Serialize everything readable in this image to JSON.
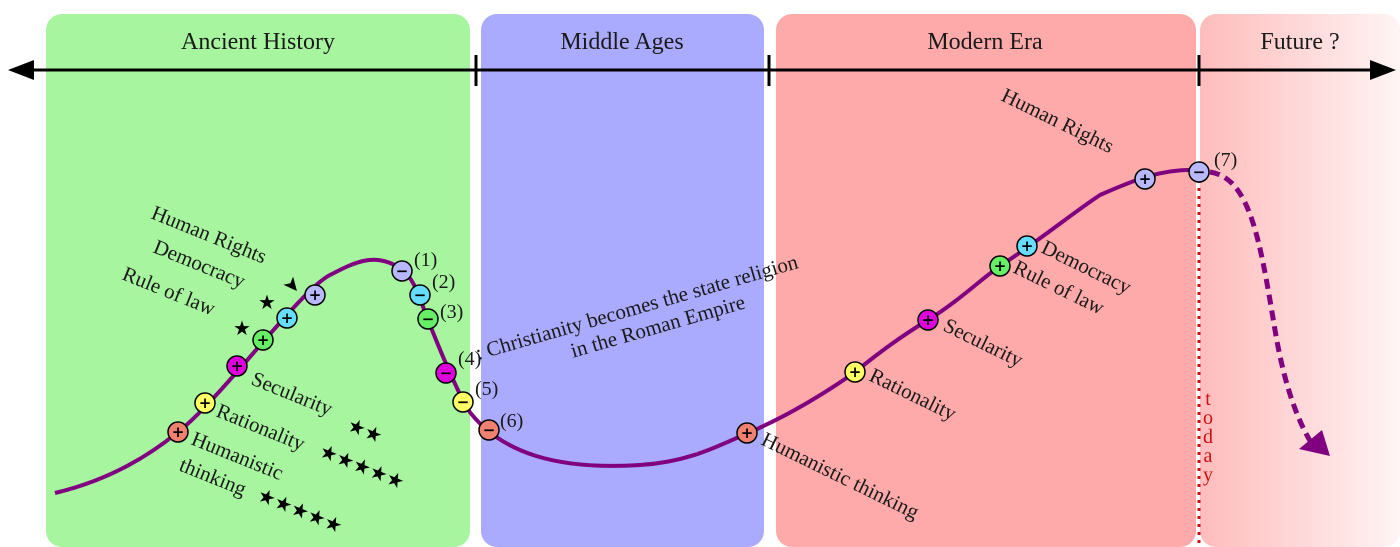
{
  "eras": [
    {
      "name": "Ancient History",
      "color": "#a8f5a0"
    },
    {
      "name": "Middle Ages",
      "color": "#aaaaff"
    },
    {
      "name": "Modern Era",
      "color": "#ffaaaa"
    },
    {
      "name": "Future ?",
      "color": "#ffd0d0"
    }
  ],
  "curve_color": "#800080",
  "today_label": "today",
  "ancient_labels": {
    "human_rights": "Human Rights",
    "democracy": "Democracy",
    "rule_of_law": "Rule of law",
    "secularity": "Secularity",
    "rationality": "Rationality",
    "humanistic": "Humanistic",
    "thinking": "thinking"
  },
  "ancient_ratings": {
    "human_rights": "➤",
    "democracy": "★",
    "rule_of_law": "★",
    "secularity": "★★",
    "rationality": "★★★★★",
    "thinking": "★★★★★"
  },
  "decline_numbers": [
    "(1)",
    "(2)",
    "(3)",
    "(4)",
    "(5)",
    "(6)"
  ],
  "christianity_note": {
    "line1": ": Christianity becomes the state religion",
    "line2": "in the Roman Empire"
  },
  "modern_labels": {
    "humanistic_thinking": "Humanistic thinking",
    "rationality": "Rationality",
    "secularity": "Secularity",
    "rule_of_law": "Rule of law",
    "democracy": "Democracy",
    "human_rights": "Human Rights"
  },
  "peak_number": "(7)",
  "marker_colors": {
    "humanistic": "#f08070",
    "rationality": "#ffff66",
    "secularity": "#dd00dd",
    "rule_of_law": "#66ee66",
    "democracy": "#66ddff",
    "human_rights": "#b8b8ff"
  }
}
